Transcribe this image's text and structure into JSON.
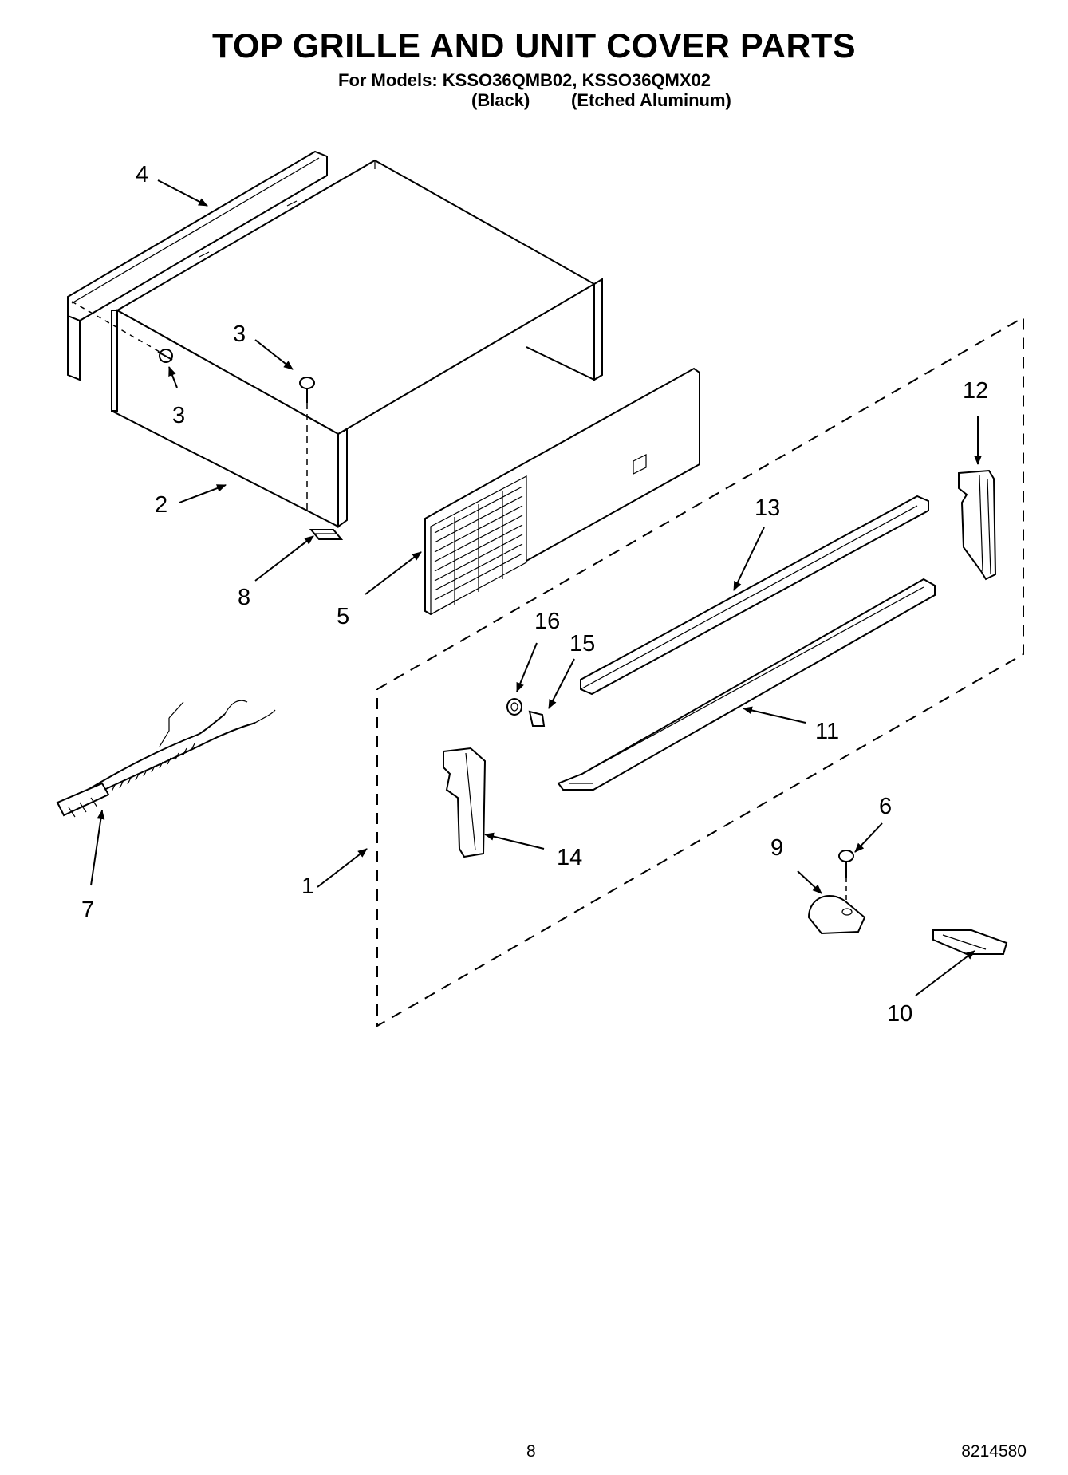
{
  "title": "TOP GRILLE AND UNIT COVER PARTS",
  "models_line": "For Models: KSSO36QMB02, KSSO36QMX02",
  "variants": {
    "black": "(Black)",
    "aluminum": "(Etched Aluminum)"
  },
  "callouts": {
    "c1": "1",
    "c2": "2",
    "c3a": "3",
    "c3b": "3",
    "c4": "4",
    "c5": "5",
    "c6": "6",
    "c7": "7",
    "c8": "8",
    "c9": "9",
    "c10": "10",
    "c11": "11",
    "c12": "12",
    "c13": "13",
    "c14": "14",
    "c15": "15",
    "c16": "16"
  },
  "footer": {
    "page": "8",
    "doc_number": "8214580"
  }
}
